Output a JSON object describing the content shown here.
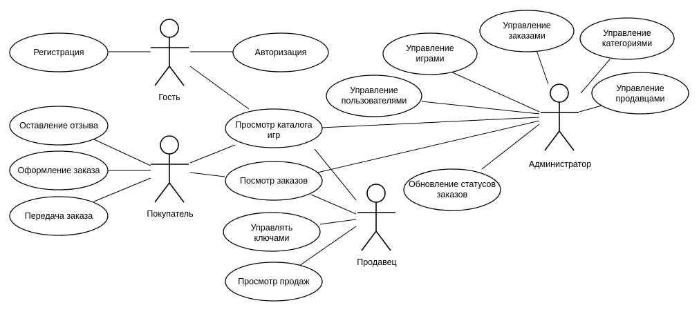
{
  "actors": {
    "guest": "Гость",
    "buyer": "Покупатель",
    "seller": "Продавец",
    "admin": "Администратор"
  },
  "use_cases": {
    "registration": "Регистрация",
    "authorization": "Авторизация",
    "leave_review": "Оставление отзыва",
    "place_order": "Оформление заказа",
    "order_transfer": "Передача заказа",
    "catalog_view": [
      "Просмотр каталога",
      "игр"
    ],
    "orders_view": "Посмотр заказов",
    "manage_keys": [
      "Управлять",
      "ключами"
    ],
    "sales_view": "Просмотр продаж",
    "manage_users": [
      "Управление",
      "пользователями"
    ],
    "manage_games": [
      "Управление",
      "играми"
    ],
    "manage_orders": [
      "Управление",
      "заказами"
    ],
    "manage_categories": [
      "Управление",
      "категориями"
    ],
    "manage_sellers": [
      "Управление",
      "продавцами"
    ],
    "update_order_status": [
      "Обновление статусов",
      "заказов"
    ]
  }
}
